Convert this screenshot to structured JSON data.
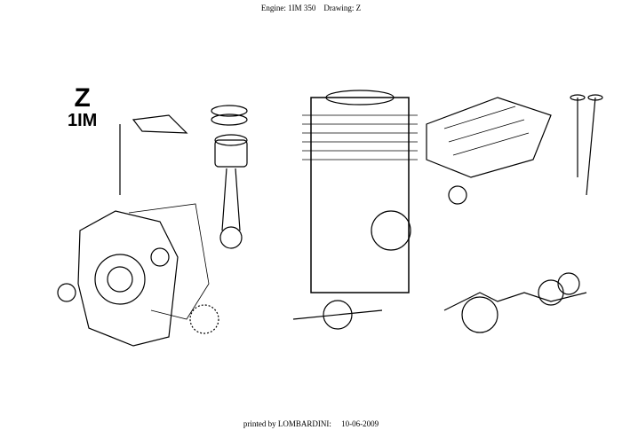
{
  "header": {
    "engine_label": "Engine:",
    "engine": "1IM 350",
    "drawing_label": "Drawing:",
    "drawing": "Z"
  },
  "drawing": {
    "code_letter": "Z",
    "code_model": "1IM"
  },
  "footer": {
    "printed_by": "printed by LOMBARDINI:",
    "date": "10-06-2009"
  }
}
